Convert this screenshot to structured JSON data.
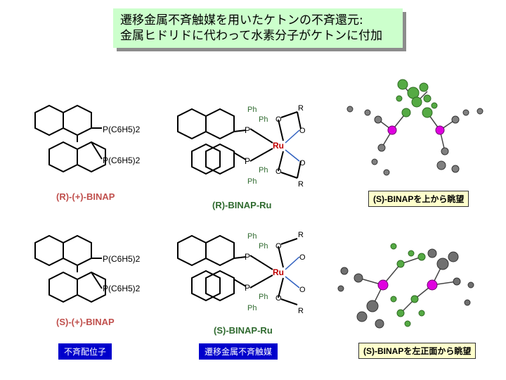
{
  "title": {
    "line1": "遷移金属不斉触媒を用いたケトンの不斉還元:",
    "line2": "金属ヒドリドに代わって水素分子がケトンに付加"
  },
  "molecules": {
    "r_binap": {
      "sub": "P(C6H5)2",
      "caption": "(R)-(+)-BINAP"
    },
    "r_binap_ru": {
      "caption": "(R)-BINAP-Ru"
    },
    "s_binap": {
      "caption": "(S)-(+)-BINAP"
    },
    "s_binap_ru": {
      "caption": "(S)-BINAP-Ru"
    },
    "ru_labels": {
      "metal": "Ru",
      "p": "P",
      "ph": "Ph",
      "o": "O",
      "r": "R"
    }
  },
  "callouts": {
    "top_view": "(S)-BINAPを上から眺望",
    "front_view": "(S)-BINAPを左正面から眺望"
  },
  "tags": {
    "ligand": "不斉配位子",
    "catalyst": "遷移金属不斉触媒"
  },
  "colors": {
    "title_bg": "#ccffcc",
    "callout_bg": "#ffffcc",
    "tag_bg": "#0000cc",
    "caption_red": "#c0504d",
    "caption_green": "#2f6a2f",
    "phosphorus": "#e000e0",
    "carbon_green": "#55aa44",
    "carbon_gray": "#707070"
  }
}
